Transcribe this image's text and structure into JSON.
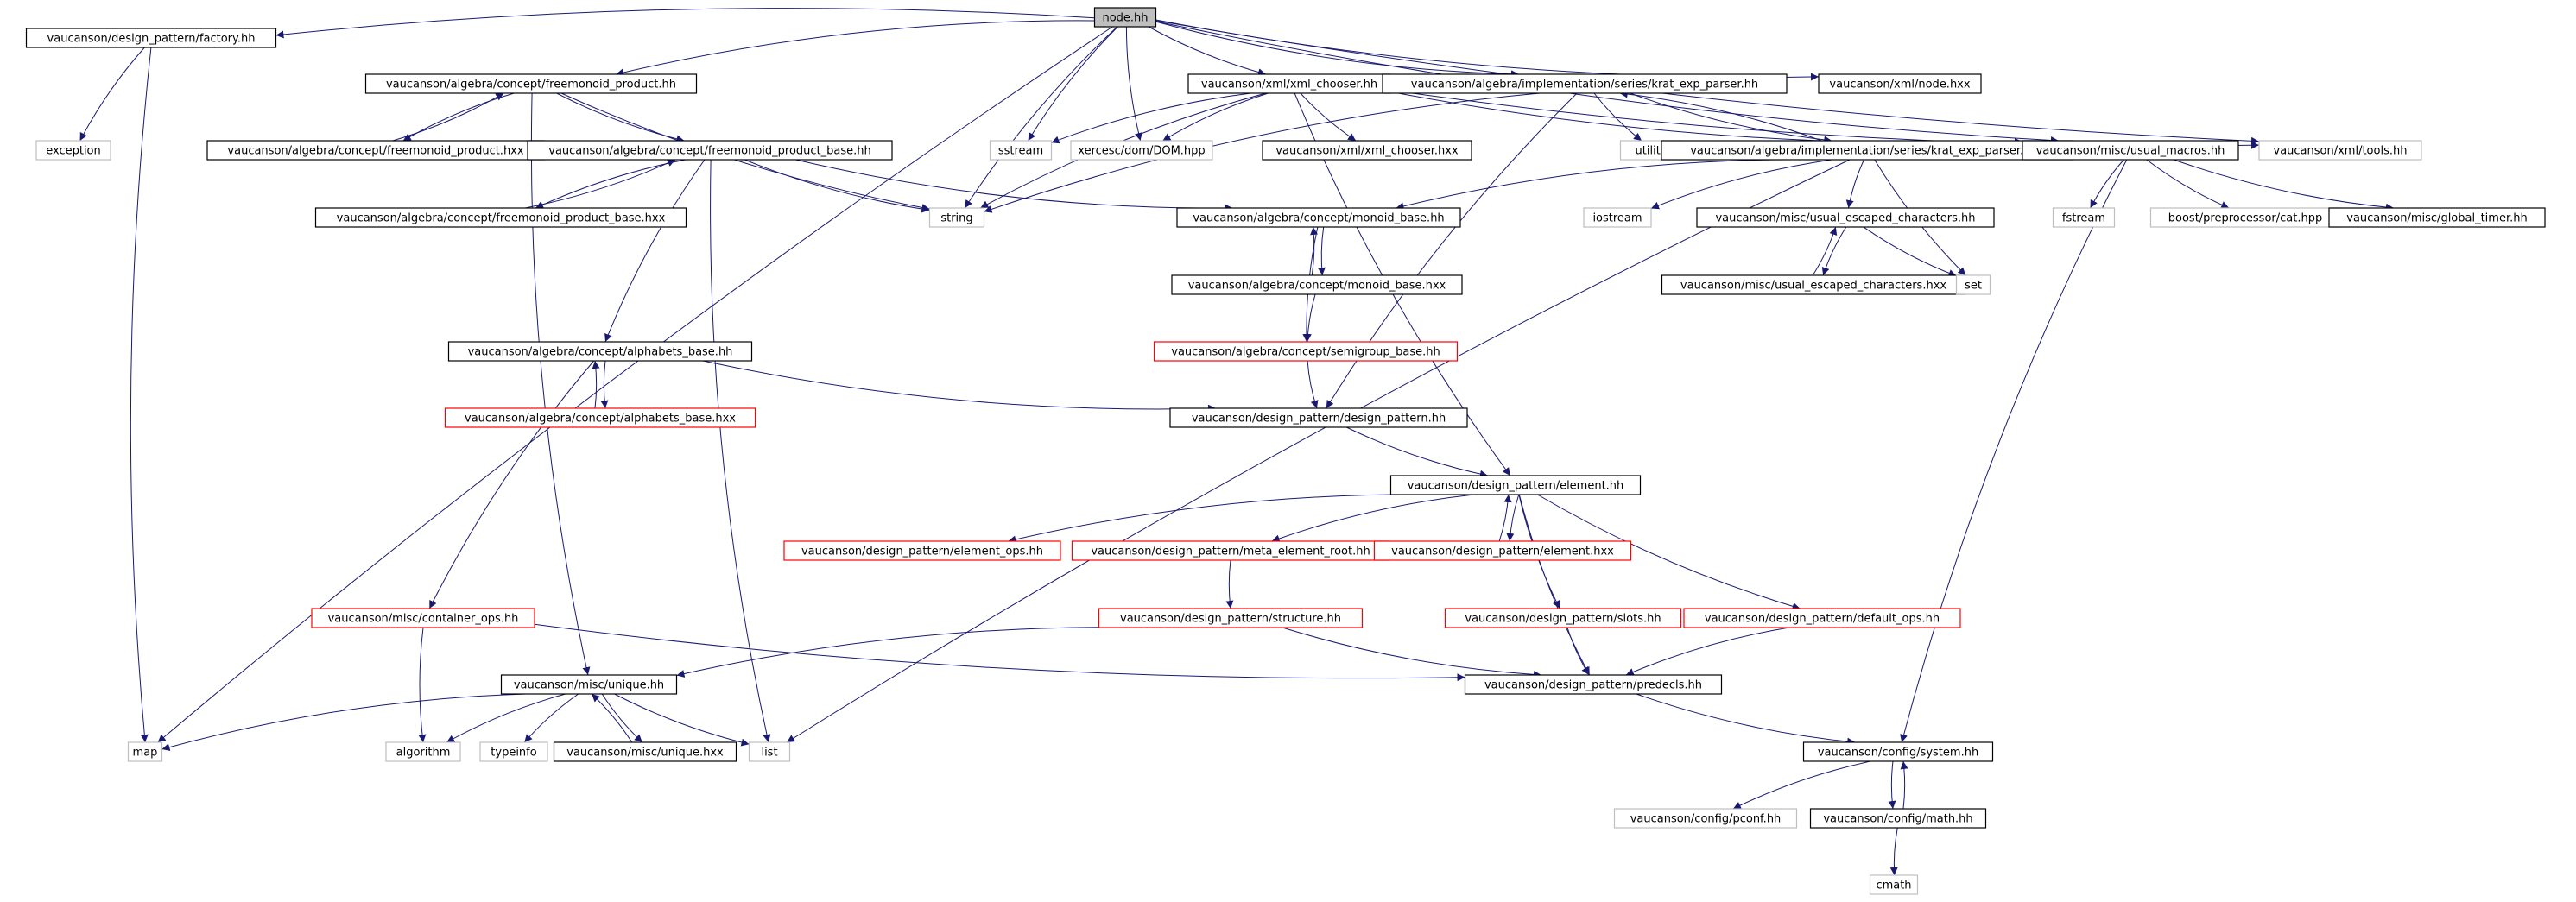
{
  "colors": {
    "edge": "#191970",
    "border_normal": "#000000",
    "border_truncated": "#ff0000",
    "border_leaf": "#bfbfbf",
    "root_fill": "#bfbfbf",
    "node_fill": "#ffffff"
  },
  "nodes": [
    {
      "id": "node_hh",
      "label": "node.hh",
      "style": "root"
    },
    {
      "id": "factory_hh",
      "label": "vaucanson/design_pattern/factory.hh",
      "style": "normal"
    },
    {
      "id": "freemonoid_product_hh",
      "label": "vaucanson/algebra/concept/freemonoid_product.hh",
      "style": "normal"
    },
    {
      "id": "xml_chooser_hh",
      "label": "vaucanson/xml/xml_chooser.hh",
      "style": "normal"
    },
    {
      "id": "krat_exp_parser_hh",
      "label": "vaucanson/algebra/implementation/series/krat_exp_parser.hh",
      "style": "normal"
    },
    {
      "id": "xml_node_hxx",
      "label": "vaucanson/xml/node.hxx",
      "style": "normal"
    },
    {
      "id": "exception",
      "label": "exception",
      "style": "leaf"
    },
    {
      "id": "freemonoid_product_hxx",
      "label": "vaucanson/algebra/concept/freemonoid_product.hxx",
      "style": "normal"
    },
    {
      "id": "freemonoid_product_base_hh",
      "label": "vaucanson/algebra/concept/freemonoid_product_base.hh",
      "style": "normal"
    },
    {
      "id": "sstream",
      "label": "sstream",
      "style": "leaf"
    },
    {
      "id": "dom_hpp",
      "label": "xercesc/dom/DOM.hpp",
      "style": "leaf"
    },
    {
      "id": "xml_chooser_hxx",
      "label": "vaucanson/xml/xml_chooser.hxx",
      "style": "normal"
    },
    {
      "id": "utility",
      "label": "utility",
      "style": "leaf"
    },
    {
      "id": "krat_exp_parser_hxx",
      "label": "vaucanson/algebra/implementation/series/krat_exp_parser.hxx",
      "style": "normal"
    },
    {
      "id": "usual_macros_hh",
      "label": "vaucanson/misc/usual_macros.hh",
      "style": "normal"
    },
    {
      "id": "xml_tools_hh",
      "label": "vaucanson/xml/tools.hh",
      "style": "leaf"
    },
    {
      "id": "freemonoid_product_base_hxx",
      "label": "vaucanson/algebra/concept/freemonoid_product_base.hxx",
      "style": "normal"
    },
    {
      "id": "string",
      "label": "string",
      "style": "leaf"
    },
    {
      "id": "monoid_base_hh",
      "label": "vaucanson/algebra/concept/monoid_base.hh",
      "style": "normal"
    },
    {
      "id": "iostream",
      "label": "iostream",
      "style": "leaf"
    },
    {
      "id": "usual_escaped_characters_hh",
      "label": "vaucanson/misc/usual_escaped_characters.hh",
      "style": "normal"
    },
    {
      "id": "fstream",
      "label": "fstream",
      "style": "leaf"
    },
    {
      "id": "cat_hpp",
      "label": "boost/preprocessor/cat.hpp",
      "style": "leaf"
    },
    {
      "id": "global_timer_hh",
      "label": "vaucanson/misc/global_timer.hh",
      "style": "normal"
    },
    {
      "id": "monoid_base_hxx",
      "label": "vaucanson/algebra/concept/monoid_base.hxx",
      "style": "normal"
    },
    {
      "id": "usual_escaped_characters_hxx",
      "label": "vaucanson/misc/usual_escaped_characters.hxx",
      "style": "normal"
    },
    {
      "id": "set",
      "label": "set",
      "style": "leaf"
    },
    {
      "id": "alphabets_base_hh",
      "label": "vaucanson/algebra/concept/alphabets_base.hh",
      "style": "normal"
    },
    {
      "id": "semigroup_base_hh",
      "label": "vaucanson/algebra/concept/semigroup_base.hh",
      "style": "truncated"
    },
    {
      "id": "alphabets_base_hxx",
      "label": "vaucanson/algebra/concept/alphabets_base.hxx",
      "style": "truncated"
    },
    {
      "id": "design_pattern_hh",
      "label": "vaucanson/design_pattern/design_pattern.hh",
      "style": "normal"
    },
    {
      "id": "element_hh",
      "label": "vaucanson/design_pattern/element.hh",
      "style": "normal"
    },
    {
      "id": "element_ops_hh",
      "label": "vaucanson/design_pattern/element_ops.hh",
      "style": "truncated"
    },
    {
      "id": "meta_element_root_hh",
      "label": "vaucanson/design_pattern/meta_element_root.hh",
      "style": "truncated"
    },
    {
      "id": "element_hxx",
      "label": "vaucanson/design_pattern/element.hxx",
      "style": "truncated"
    },
    {
      "id": "container_ops_hh",
      "label": "vaucanson/misc/container_ops.hh",
      "style": "truncated"
    },
    {
      "id": "structure_hh",
      "label": "vaucanson/design_pattern/structure.hh",
      "style": "truncated"
    },
    {
      "id": "slots_hh",
      "label": "vaucanson/design_pattern/slots.hh",
      "style": "truncated"
    },
    {
      "id": "default_ops_hh",
      "label": "vaucanson/design_pattern/default_ops.hh",
      "style": "truncated"
    },
    {
      "id": "unique_hh",
      "label": "vaucanson/misc/unique.hh",
      "style": "normal"
    },
    {
      "id": "predecls_hh",
      "label": "vaucanson/design_pattern/predecls.hh",
      "style": "normal"
    },
    {
      "id": "map",
      "label": "map",
      "style": "leaf"
    },
    {
      "id": "algorithm",
      "label": "algorithm",
      "style": "leaf"
    },
    {
      "id": "typeinfo",
      "label": "typeinfo",
      "style": "leaf"
    },
    {
      "id": "unique_hxx",
      "label": "vaucanson/misc/unique.hxx",
      "style": "normal"
    },
    {
      "id": "list",
      "label": "list",
      "style": "leaf"
    },
    {
      "id": "system_hh",
      "label": "vaucanson/config/system.hh",
      "style": "normal"
    },
    {
      "id": "pconf_hh",
      "label": "vaucanson/config/pconf.hh",
      "style": "leaf"
    },
    {
      "id": "math_hh",
      "label": "vaucanson/config/math.hh",
      "style": "normal"
    },
    {
      "id": "cmath",
      "label": "cmath",
      "style": "leaf"
    }
  ],
  "edges": [
    [
      "node_hh",
      "factory_hh"
    ],
    [
      "node_hh",
      "freemonoid_product_hh"
    ],
    [
      "node_hh",
      "xml_chooser_hh"
    ],
    [
      "node_hh",
      "krat_exp_parser_hh"
    ],
    [
      "node_hh",
      "xml_node_hxx"
    ],
    [
      "node_hh",
      "string"
    ],
    [
      "node_hh",
      "sstream"
    ],
    [
      "node_hh",
      "dom_hpp"
    ],
    [
      "node_hh",
      "map"
    ],
    [
      "node_hh",
      "usual_macros_hh"
    ],
    [
      "node_hh",
      "xml_tools_hh"
    ],
    [
      "factory_hh",
      "exception"
    ],
    [
      "factory_hh",
      "map"
    ],
    [
      "freemonoid_product_hh",
      "freemonoid_product_hxx"
    ],
    [
      "freemonoid_product_hxx",
      "freemonoid_product_hh"
    ],
    [
      "freemonoid_product_hh",
      "freemonoid_product_base_hh"
    ],
    [
      "freemonoid_product_hh",
      "string"
    ],
    [
      "freemonoid_product_hh",
      "unique_hh"
    ],
    [
      "freemonoid_product_base_hh",
      "freemonoid_product_base_hxx"
    ],
    [
      "freemonoid_product_base_hxx",
      "freemonoid_product_base_hh"
    ],
    [
      "freemonoid_product_base_hh",
      "string"
    ],
    [
      "freemonoid_product_base_hh",
      "monoid_base_hh"
    ],
    [
      "freemonoid_product_base_hh",
      "alphabets_base_hh"
    ],
    [
      "freemonoid_product_base_hh",
      "list"
    ],
    [
      "xml_chooser_hh",
      "sstream"
    ],
    [
      "xml_chooser_hh",
      "dom_hpp"
    ],
    [
      "xml_chooser_hh",
      "xml_chooser_hxx"
    ],
    [
      "xml_chooser_hh",
      "string"
    ],
    [
      "xml_chooser_hh",
      "usual_macros_hh"
    ],
    [
      "xml_chooser_hh",
      "xml_tools_hh"
    ],
    [
      "xml_chooser_hh",
      "element_hh"
    ],
    [
      "krat_exp_parser_hh",
      "krat_exp_parser_hxx"
    ],
    [
      "krat_exp_parser_hxx",
      "krat_exp_parser_hh"
    ],
    [
      "krat_exp_parser_hh",
      "utility"
    ],
    [
      "krat_exp_parser_hh",
      "string"
    ],
    [
      "krat_exp_parser_hh",
      "design_pattern_hh"
    ],
    [
      "krat_exp_parser_hxx",
      "monoid_base_hh"
    ],
    [
      "krat_exp_parser_hxx",
      "iostream"
    ],
    [
      "krat_exp_parser_hxx",
      "usual_escaped_characters_hh"
    ],
    [
      "krat_exp_parser_hxx",
      "set"
    ],
    [
      "krat_exp_parser_hxx",
      "usual_macros_hh"
    ],
    [
      "krat_exp_parser_hxx",
      "list"
    ],
    [
      "usual_macros_hh",
      "fstream"
    ],
    [
      "usual_macros_hh",
      "cat_hpp"
    ],
    [
      "usual_macros_hh",
      "global_timer_hh"
    ],
    [
      "usual_macros_hh",
      "system_hh"
    ],
    [
      "usual_escaped_characters_hh",
      "usual_escaped_characters_hxx"
    ],
    [
      "usual_escaped_characters_hxx",
      "usual_escaped_characters_hh"
    ],
    [
      "usual_escaped_characters_hh",
      "set"
    ],
    [
      "monoid_base_hh",
      "monoid_base_hxx"
    ],
    [
      "monoid_base_hxx",
      "monoid_base_hh"
    ],
    [
      "monoid_base_hh",
      "semigroup_base_hh"
    ],
    [
      "monoid_base_hxx",
      "semigroup_base_hh"
    ],
    [
      "semigroup_base_hh",
      "design_pattern_hh"
    ],
    [
      "alphabets_base_hh",
      "alphabets_base_hxx"
    ],
    [
      "alphabets_base_hxx",
      "alphabets_base_hh"
    ],
    [
      "alphabets_base_hh",
      "design_pattern_hh"
    ],
    [
      "alphabets_base_hh",
      "container_ops_hh"
    ],
    [
      "design_pattern_hh",
      "element_hh"
    ],
    [
      "element_hh",
      "element_ops_hh"
    ],
    [
      "element_hh",
      "meta_element_root_hh"
    ],
    [
      "element_hh",
      "element_hxx"
    ],
    [
      "element_hxx",
      "element_hh"
    ],
    [
      "element_hh",
      "slots_hh"
    ],
    [
      "element_hh",
      "default_ops_hh"
    ],
    [
      "element_hh",
      "predecls_hh"
    ],
    [
      "meta_element_root_hh",
      "structure_hh"
    ],
    [
      "structure_hh",
      "unique_hh"
    ],
    [
      "structure_hh",
      "predecls_hh"
    ],
    [
      "container_ops_hh",
      "algorithm"
    ],
    [
      "container_ops_hh",
      "predecls_hh"
    ],
    [
      "slots_hh",
      "predecls_hh"
    ],
    [
      "default_ops_hh",
      "predecls_hh"
    ],
    [
      "predecls_hh",
      "system_hh"
    ],
    [
      "unique_hh",
      "map"
    ],
    [
      "unique_hh",
      "algorithm"
    ],
    [
      "unique_hh",
      "typeinfo"
    ],
    [
      "unique_hh",
      "unique_hxx"
    ],
    [
      "unique_hxx",
      "unique_hh"
    ],
    [
      "unique_hh",
      "list"
    ],
    [
      "system_hh",
      "pconf_hh"
    ],
    [
      "system_hh",
      "math_hh"
    ],
    [
      "math_hh",
      "system_hh"
    ],
    [
      "math_hh",
      "cmath"
    ]
  ]
}
